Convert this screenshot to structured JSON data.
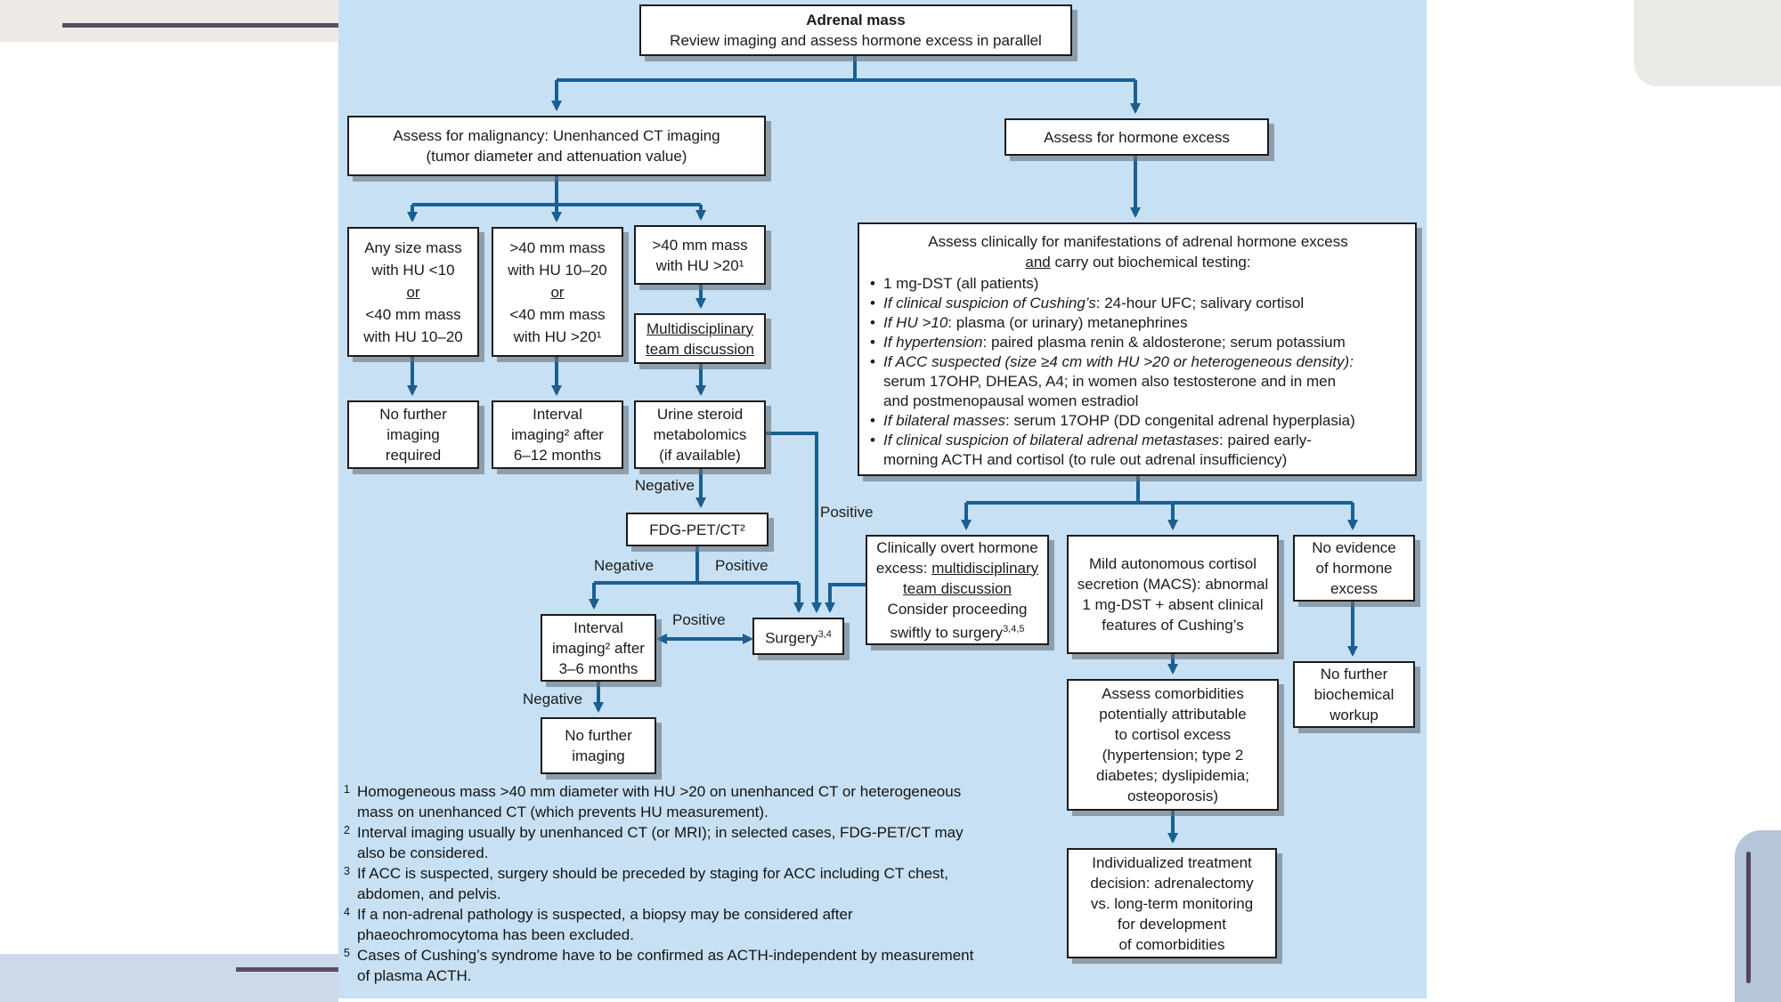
{
  "decor": {
    "panel_bg": "#c7e0f3",
    "arrow_color": "#1a5f92",
    "accent_purple": "#5a4c63",
    "beige": "#edeae6",
    "bottom_strip_blue": "#ccd9e8",
    "pill_blue": "#b7c5d8"
  },
  "flowchart": {
    "nodes": {
      "adrenal_mass": {
        "title": "Adrenal mass",
        "subtitle": "Review imaging and assess hormone excess in parallel"
      },
      "assess_malignancy": {
        "text": "Assess for malignancy: Unenhanced CT imaging\n(tumor diameter and attenuation value)"
      },
      "assess_hormone": {
        "text": "Assess for hormone excess"
      },
      "mass_small_low_hu": {
        "t1": "Any size mass\nwith HU <10",
        "or": "or",
        "t2": "<40 mm mass\nwith HU 10–20"
      },
      "mass_mid": {
        "t1": ">40 mm mass\nwith HU 10–20",
        "or": "or",
        "t2": "<40 mm mass\nwith HU >20¹"
      },
      "mass_large": {
        "text": ">40 mm mass\nwith HU >20¹"
      },
      "mdt": {
        "text": "Multidisciplinary\nteam discussion"
      },
      "no_further_imaging_required": {
        "text": "No further\nimaging\nrequired"
      },
      "interval_6_12": {
        "text": "Interval\nimaging² after\n6–12 months"
      },
      "urine_steroid": {
        "text": "Urine steroid\nmetabolomics\n(if available)"
      },
      "fdg_pet": {
        "text": "FDG-PET/CT²"
      },
      "interval_3_6": {
        "text": "Interval\nimaging² after\n3–6 months"
      },
      "surgery": {
        "label": "Surgery",
        "sup": "3,4"
      },
      "no_further_imaging": {
        "text": "No further\nimaging"
      },
      "hormone_workup": {
        "intro_line1": "Assess clinically for manifestations of adrenal hormone excess",
        "intro_and": "and",
        "intro_line2": " carry out biochemical testing:",
        "bullet_glyph": "•",
        "bullets": [
          {
            "lead": "",
            "rest": "1 mg-DST (all patients)"
          },
          {
            "lead": "If clinical suspicion of Cushing’s",
            "rest": ": 24-hour UFC; salivary cortisol"
          },
          {
            "lead": "If HU >10",
            "rest": ": plasma (or urinary) metanephrines"
          },
          {
            "lead": "If hypertension",
            "rest": ": paired plasma renin & aldosterone; serum potassium"
          },
          {
            "lead": "If ACC suspected (size ≥4 cm with HU >20 or heterogeneous density):",
            "rest": "\nserum 17OHP, DHEAS, A4; in women also testosterone and in men\nand postmenopausal women estradiol"
          },
          {
            "lead": "If bilateral masses",
            "rest": ": serum 17OHP (DD congenital adrenal hyperplasia)"
          },
          {
            "lead": "If clinical suspicion of bilateral adrenal metastases",
            "rest": ": paired early-\nmorning ACTH and cortisol (to rule out adrenal insufficiency)"
          }
        ]
      },
      "overt": {
        "seg1": "Clinically overt hormone excess: ",
        "seg2": "multidisciplinary team discussion",
        "seg3": "\nConsider proceeding swiftly to surgery",
        "sup": "3,4,5"
      },
      "macs": {
        "text": "Mild autonomous cortisol\nsecretion (MACS): abnormal\n1 mg-DST + absent clinical\nfeatures of Cushing’s"
      },
      "no_evidence": {
        "text": "No evidence\nof hormone\nexcess"
      },
      "no_further_biochem": {
        "text": "No further\nbiochemical\nworkup"
      },
      "assess_comorbidities": {
        "text": "Assess comorbidities\npotentially attributable\nto cortisol excess\n(hypertension; type 2\ndiabetes; dyslipidemia;\nosteoporosis)"
      },
      "individualized": {
        "text": "Individualized treatment\ndecision: adrenalectomy\nvs. long-term monitoring\nfor development\nof comorbidities"
      }
    },
    "edge_labels": {
      "urine_negative": "Negative",
      "urine_positive": "Positive",
      "fdg_negative": "Negative",
      "fdg_positive": "Positive",
      "interval_positive": "Positive",
      "interval_negative": "Negative"
    },
    "footnotes": [
      {
        "n": "1",
        "text": "Homogeneous mass >40 mm diameter with HU >20 on unenhanced CT or heterogeneous\nmass on unenhanced CT (which prevents HU measurement)."
      },
      {
        "n": "2",
        "text": "Interval imaging usually by unenhanced CT (or MRI); in selected cases, FDG-PET/CT may\nalso be considered."
      },
      {
        "n": "3",
        "text": "If ACC is suspected, surgery should be preceded by staging for ACC including CT chest,\nabdomen, and pelvis."
      },
      {
        "n": "4",
        "text": "If a non-adrenal pathology is suspected, a biopsy may be considered after\nphaeochromocytoma has been excluded."
      },
      {
        "n": "5",
        "text": "Cases of Cushing’s syndrome have to be confirmed as ACTH-independent by measurement\nof plasma ACTH."
      }
    ]
  }
}
